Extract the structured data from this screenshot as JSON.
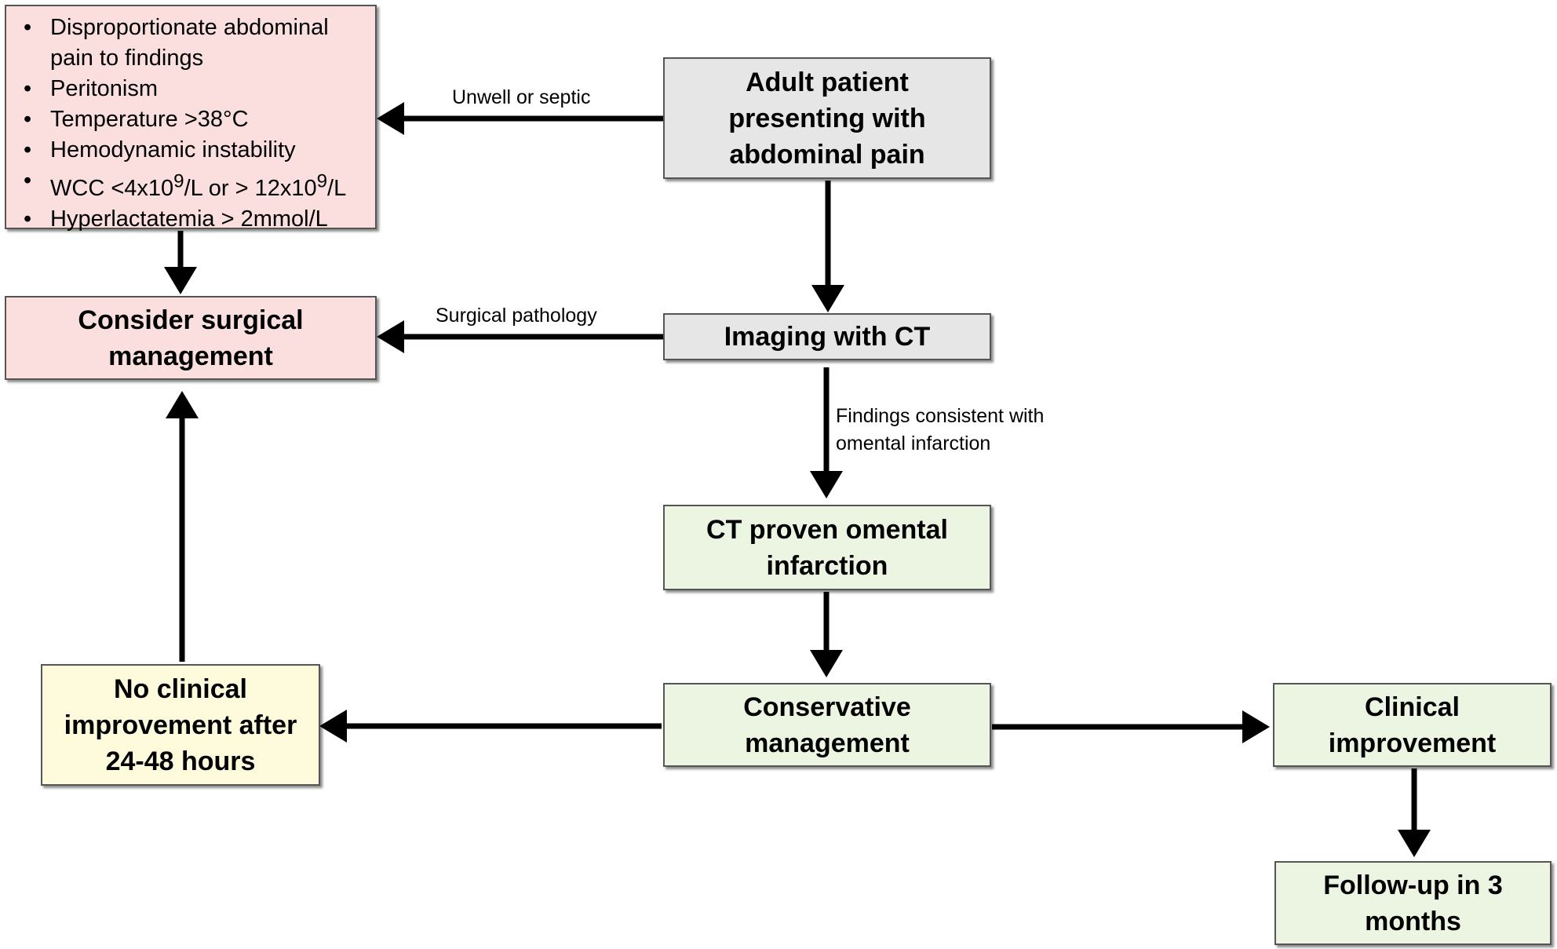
{
  "colors": {
    "neutral_box": "#e6e6e6",
    "surgical_box": "#fbdfdf",
    "conservative_box": "#ebf5e1",
    "warning_box": "#fdfbdc",
    "arrow": "#000000"
  },
  "nodes": {
    "start": "Adult patient\npresenting with\nabdominal pain",
    "imaging": "Imaging with CT",
    "ct_proven": "CT proven omental\ninfarction",
    "conservative": "Conservative\nmanagement",
    "no_improvement": "No clinical\nimprovement after\n24-48 hours",
    "clinical_improvement": "Clinical\nimprovement",
    "follow_up": "Follow-up in 3\nmonths",
    "surgical": "Consider surgical\nmanagement"
  },
  "criteria": [
    {
      "text": "Disproportionate abdominal pain to findings"
    },
    {
      "text": "Peritonism"
    },
    {
      "text": "Temperature >38°C"
    },
    {
      "text": "Hemodynamic instability"
    },
    {
      "pre": "WCC <4x10",
      "exp1": "9",
      "mid": "/L or > 12x10",
      "exp2": "9",
      "post": "/L"
    },
    {
      "text": "Hyperlactatemia > 2mmol/L"
    }
  ],
  "bullet_symbol": "•",
  "edge_labels": {
    "unwell": "Unwell or septic",
    "surgical_pathology": "Surgical pathology",
    "findings": "Findings consistent with\nomental infarction"
  }
}
